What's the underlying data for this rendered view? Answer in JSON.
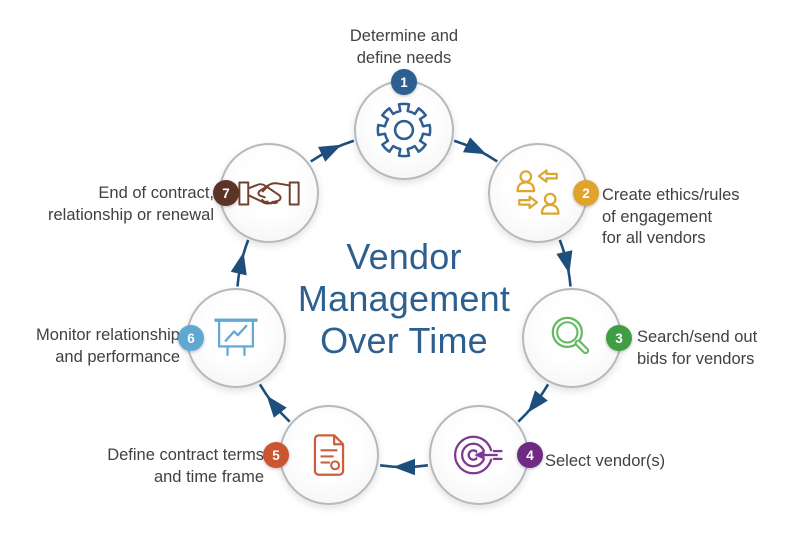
{
  "title": {
    "text": "Vendor Management Over Time",
    "lines": [
      "Vendor",
      "Management",
      "Over Time"
    ],
    "color": "#2e608f"
  },
  "colors": {
    "background": "#ffffff",
    "arrow": "#1e4e7c",
    "circle_border": "#b6b9bc",
    "label_text": "#414042",
    "badge_text": "#ffffff"
  },
  "steps": [
    {
      "number": "1",
      "icon": "gear-icon",
      "badge_color": "#2d5f91",
      "icon_color": "#2d5f91",
      "label_lines": [
        "Determine and",
        "define needs"
      ]
    },
    {
      "number": "2",
      "icon": "people-exchange-icon",
      "badge_color": "#e0a32b",
      "icon_color": "#dda62f",
      "label_lines": [
        "Create ethics/rules",
        "of engagement",
        "for all vendors"
      ]
    },
    {
      "number": "3",
      "icon": "magnifier-icon",
      "badge_color": "#3f9e43",
      "icon_color": "#64b962",
      "label_lines": [
        "Search/send out",
        "bids for vendors"
      ]
    },
    {
      "number": "4",
      "icon": "target-icon",
      "badge_color": "#6f2b82",
      "icon_color": "#7c3a91",
      "label_lines": [
        "Select vendor(s)"
      ]
    },
    {
      "number": "5",
      "icon": "contract-document-icon",
      "badge_color": "#cb5530",
      "icon_color": "#cb5e3c",
      "label_lines": [
        "Define contract terms",
        "and time frame"
      ]
    },
    {
      "number": "6",
      "icon": "presentation-chart-icon",
      "badge_color": "#60a7d2",
      "icon_color": "#64a9d4",
      "label_lines": [
        "Monitor relationship",
        "and performance"
      ]
    },
    {
      "number": "7",
      "icon": "handshake-icon",
      "badge_color": "#5c3427",
      "icon_color": "#74402c",
      "label_lines": [
        "End of contract,",
        "relationship or renewal"
      ]
    }
  ]
}
